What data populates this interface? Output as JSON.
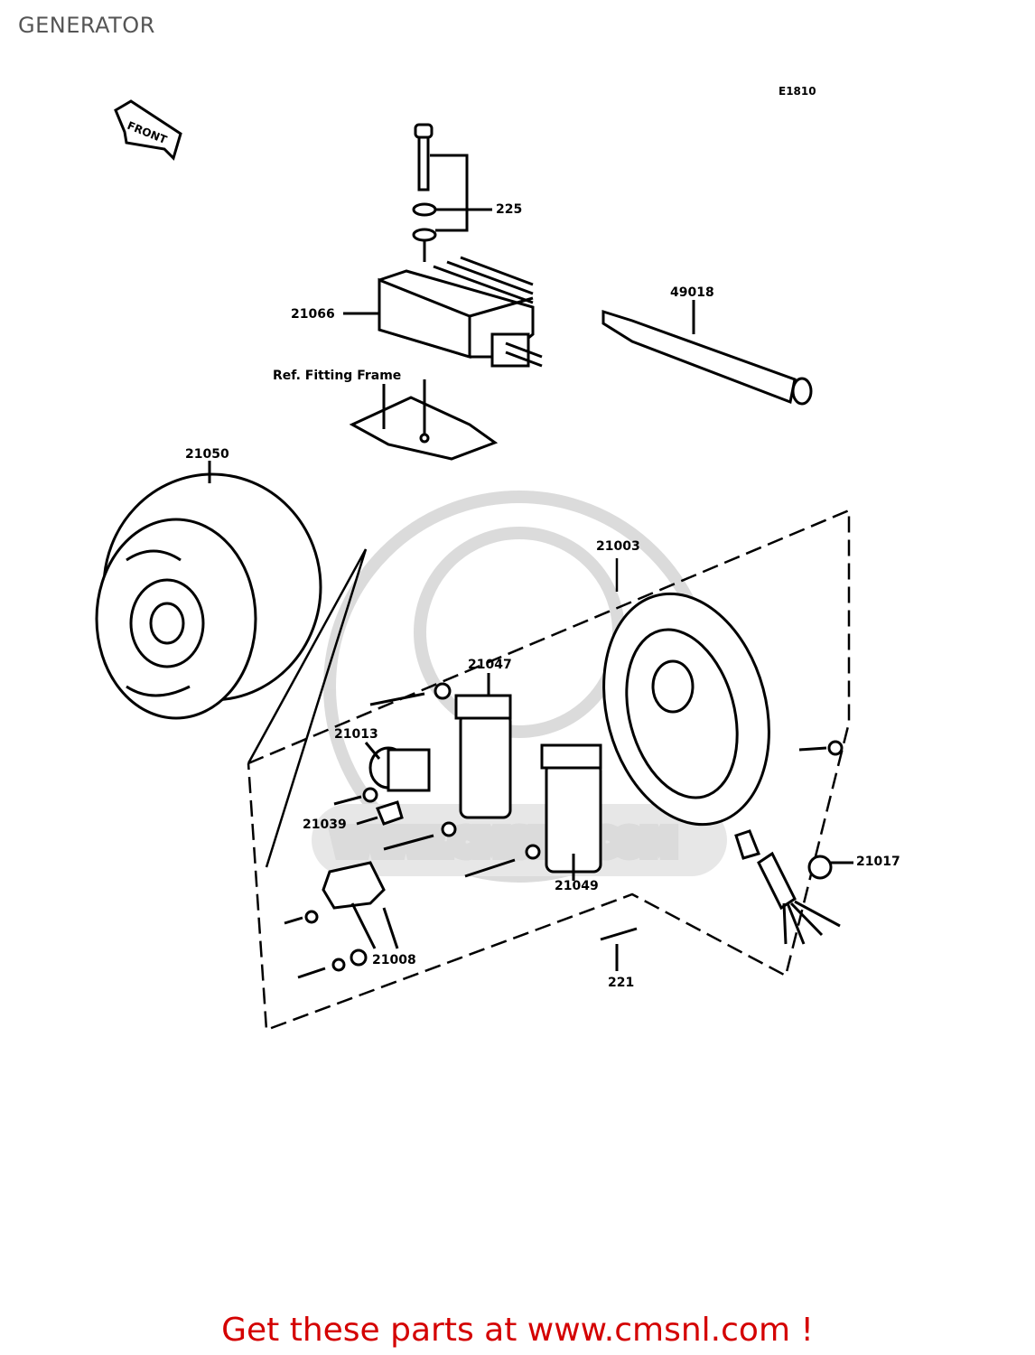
{
  "page": {
    "title": "GENERATOR"
  },
  "diagram": {
    "code": "E1810",
    "front_label": "FRONT",
    "ref_label": "Ref. Fitting Frame",
    "watermark": "WWW.CMSNL.COM",
    "parts": [
      {
        "id": "225"
      },
      {
        "id": "21066"
      },
      {
        "id": "49018"
      },
      {
        "id": "21050"
      },
      {
        "id": "21003"
      },
      {
        "id": "21047"
      },
      {
        "id": "21013"
      },
      {
        "id": "21039"
      },
      {
        "id": "21049"
      },
      {
        "id": "21017"
      },
      {
        "id": "21008"
      },
      {
        "id": "221"
      }
    ]
  },
  "footer": {
    "link_text": "Get these parts at www.cmsnl.com !"
  },
  "colors": {
    "title": "#555555",
    "link": "#d40000",
    "watermark": "#c8c8c8"
  }
}
